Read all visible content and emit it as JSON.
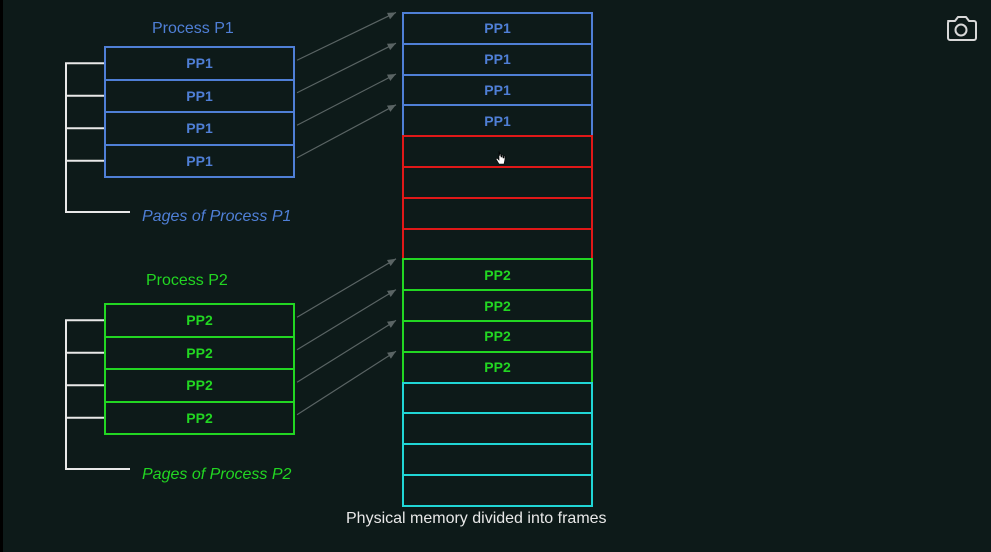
{
  "colors": {
    "background": "#0d1a19",
    "process1": "#4f7fd6",
    "process2": "#22d622",
    "free_frames_red": "#e01818",
    "free_frames_cyan": "#20d6d6",
    "arrows": "#5a6464",
    "text_light": "#e8e8e8"
  },
  "process1": {
    "title": "Process P1",
    "pages": [
      "PP1",
      "PP1",
      "PP1",
      "PP1"
    ],
    "caption": "Pages of Process P1"
  },
  "process2": {
    "title": "Process P2",
    "pages": [
      "PP2",
      "PP2",
      "PP2",
      "PP2"
    ],
    "caption": "Pages of Process P2"
  },
  "memory": {
    "caption": "Physical memory divided into frames",
    "frames": [
      {
        "label": "PP1",
        "group": "p1"
      },
      {
        "label": "PP1",
        "group": "p1"
      },
      {
        "label": "PP1",
        "group": "p1"
      },
      {
        "label": "PP1",
        "group": "p1"
      },
      {
        "label": "",
        "group": "red"
      },
      {
        "label": "",
        "group": "red"
      },
      {
        "label": "",
        "group": "red"
      },
      {
        "label": "",
        "group": "red"
      },
      {
        "label": "PP2",
        "group": "p2"
      },
      {
        "label": "PP2",
        "group": "p2"
      },
      {
        "label": "PP2",
        "group": "p2"
      },
      {
        "label": "PP2",
        "group": "p2"
      },
      {
        "label": "",
        "group": "cyan"
      },
      {
        "label": "",
        "group": "cyan"
      },
      {
        "label": "",
        "group": "cyan"
      },
      {
        "label": "",
        "group": "cyan"
      }
    ]
  },
  "icons": {
    "camera": "camera-icon",
    "cursor": "hand-cursor-icon"
  }
}
